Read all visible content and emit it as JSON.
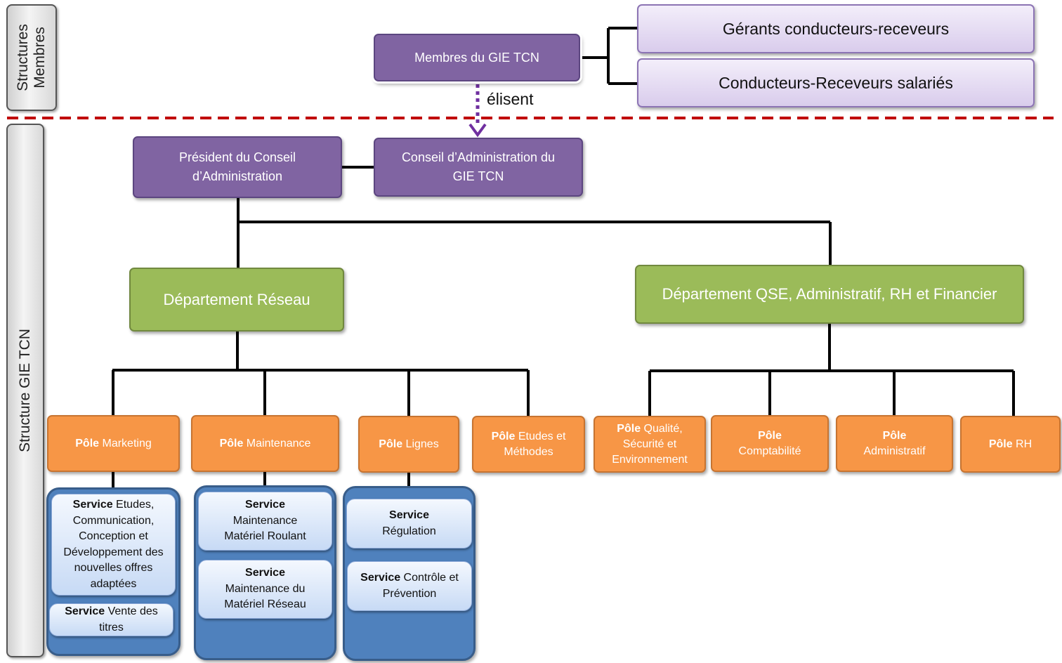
{
  "side_labels": {
    "membres": "Structures Membres",
    "gie": "Structure GIE TCN"
  },
  "members": {
    "main": "Membres du GIE TCN",
    "gerants": "Gérants  conducteurs-receveurs",
    "salaries": "Conducteurs-Receveurs  salariés",
    "elisent": "élisent"
  },
  "governance": {
    "president": "Président du Conseil d’Administration",
    "conseil": "Conseil d’Administration du GIE TCN"
  },
  "departments": {
    "reseau": "Département Réseau",
    "qse": "Département QSE, Administratif, RH et Financier"
  },
  "poles": {
    "marketing": {
      "bold": "Pôle",
      "rest": " Marketing"
    },
    "maintenance": {
      "bold": "Pôle",
      "rest": " Maintenance"
    },
    "lignes": {
      "bold": "Pôle",
      "rest": " Lignes"
    },
    "etudes": {
      "bold": "Pôle",
      "rest": " Etudes et Méthodes"
    },
    "qualite": {
      "bold": "Pôle",
      "rest": " Qualité, Sécurité et Environnement"
    },
    "comptabilite": {
      "bold": "Pôle",
      "rest": "Comptabilité"
    },
    "administratif": {
      "bold": "Pôle",
      "rest": "Administratif"
    },
    "rh": {
      "bold": "Pôle",
      "rest": " RH"
    }
  },
  "services": {
    "etudes_comm": {
      "bold": "Service",
      "rest": " Etudes, Communication, Conception et Développement des nouvelles offres adaptées"
    },
    "vente": {
      "bold": "Service",
      "rest": " Vente des titres"
    },
    "maint_roulant": {
      "bold": "Service",
      "rest": "Maintenance Matériel Roulant"
    },
    "maint_reseau": {
      "bold": "Service",
      "rest": "Maintenance du Matériel Réseau"
    },
    "regulation": {
      "bold": "Service",
      "rest": "Régulation"
    },
    "controle": {
      "bold": "Service",
      "rest": " Contrôle et Prévention"
    }
  },
  "colors": {
    "purple": "#8064a2",
    "lavender": "#e6ddf3",
    "green": "#9bbb59",
    "orange": "#f79646",
    "blue": "#4f81bd",
    "separator": "#c00000"
  }
}
